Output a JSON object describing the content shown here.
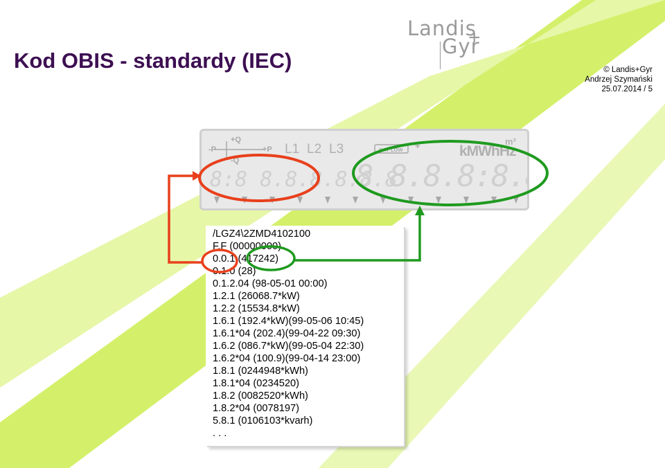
{
  "title": "Kod OBIS - standardy (IEC)",
  "logo": {
    "line1": "Landis",
    "line2": "Gyr",
    "plus": "+"
  },
  "credit": {
    "line1": "© Landis+Gyr",
    "line2": "Andrzej Szymański",
    "line3": "25.07.2014 / 5"
  },
  "meter_display": {
    "quadrant": {
      "pos_q": "+Q",
      "neg_q": "-Q",
      "neg_p": "-P",
      "pos_p": "+P"
    },
    "phases": [
      "L1",
      "L2",
      "L3"
    ],
    "bat_low": "BAT LOW",
    "units": "kMWhHz",
    "unit_extra": "m³",
    "left_digits": "8:8 8.8.8.8.8.8",
    "right_digits": "8 8.8.8:8.8:8.8"
  },
  "readout_lines": [
    "/LGZ4\\2ZMD4102100",
    "F.F (00000000)",
    "0.0.1 (417242)",
    "0.1.0 (28)",
    "0.1.2.04 (98-05-01 00:00)",
    "1.2.1 (26068.7*kW)",
    "1.2.2 (15534.8*kW)",
    "1.6.1 (192.4*kW)(99-05-06 10:45)",
    "1.6.1*04 (202.4)(99-04-22 09:30)",
    "1.6.2 (086.7*kW)(99-05-04 22:30)",
    "1.6.2*04 (100.9)(99-04-14 23:00)",
    "1.8.1 (0244948*kWh)",
    "1.8.1*04 (0234520)",
    "1.8.2 (0082520*kWh)",
    "1.8.2*04 (0078197)",
    "5.8.1 (0106103*kvarh)",
    ". . ."
  ],
  "colors": {
    "title": "#3d0f52",
    "green_band": "#d4f06a",
    "red_marker": "#e8401c",
    "green_marker": "#1f9a1f"
  }
}
